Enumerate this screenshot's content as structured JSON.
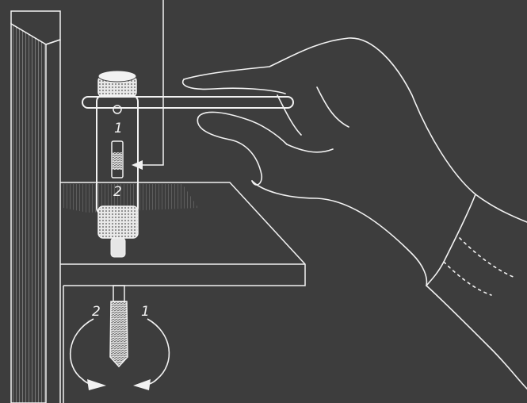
{
  "illustration": {
    "background_color": "#3d3d3d",
    "line_color": "#f2f2f2",
    "labels": {
      "tool_position_1": "1",
      "tool_position_2": "2",
      "rotation_left": "2",
      "rotation_right": "1"
    }
  }
}
